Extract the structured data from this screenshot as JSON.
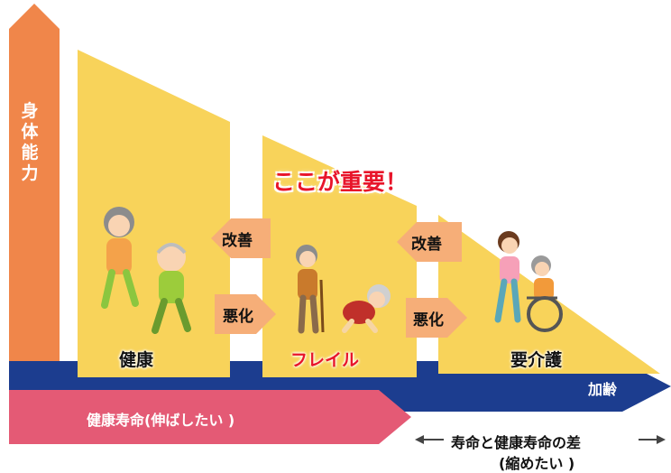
{
  "axis": {
    "vertical_label": "身体能力",
    "horizontal_label": "加齢"
  },
  "stages": {
    "healthy": "健康",
    "frailty": "フレイル",
    "care_required": "要介護"
  },
  "arrows": {
    "improve_1": "改善",
    "worsen_1": "悪化",
    "improve_2": "改善",
    "worsen_2": "悪化"
  },
  "emphasis": "ここが重要！",
  "bands": {
    "healthy_life": "健康寿命(伸ばしたい )",
    "gap": "寿命と健康寿命の差",
    "gap_note": "(縮めたい )"
  },
  "colors": {
    "orange_axis": "#f0864a",
    "yellow": "#f8d35a",
    "navy": "#1c3d8f",
    "pink": "#e45a75",
    "arrow_orange": "#f6ae78",
    "red_text": "#e8152a"
  }
}
